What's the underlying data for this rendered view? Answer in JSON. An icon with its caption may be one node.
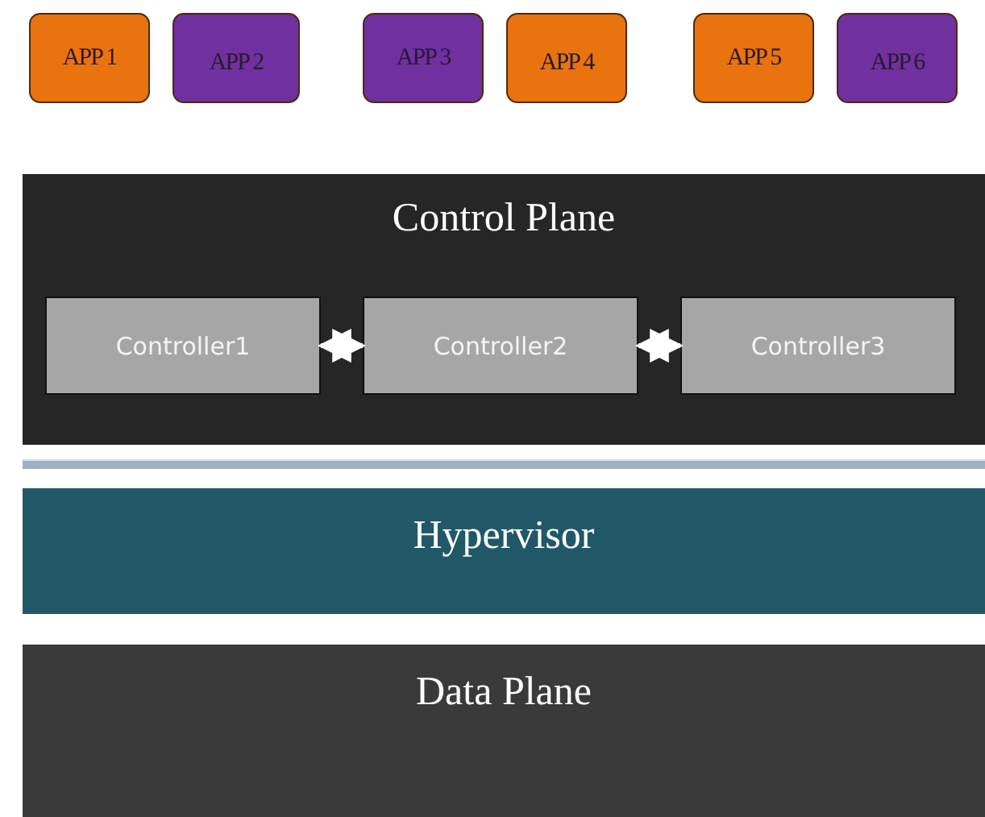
{
  "diagram": {
    "nodes": [
      {
        "text": [
          "APP 1"
        ]
      },
      {
        "text": [
          "APP 2"
        ]
      },
      {
        "text": [
          "APP 3"
        ]
      },
      {
        "text": [
          "APP 4"
        ]
      },
      {
        "text": [
          "APP 5"
        ]
      },
      {
        "text": [
          "APP 6"
        ]
      },
      {
        "text": [
          "Control Plane"
        ]
      },
      {
        "text": [
          "Controller1"
        ],
        "in": 6
      },
      {
        "text": [
          "Controller2"
        ],
        "in": 6
      },
      {
        "text": [
          "Controller3"
        ],
        "in": 6
      },
      {
        "text": [
          "Hypervisor"
        ]
      },
      {
        "text": [
          "Data Plane"
        ]
      }
    ],
    "edges": [
      {
        "from": 7,
        "to": 8,
        "arrow": "both"
      },
      {
        "from": 8,
        "to": 9,
        "arrow": "both"
      }
    ]
  }
}
